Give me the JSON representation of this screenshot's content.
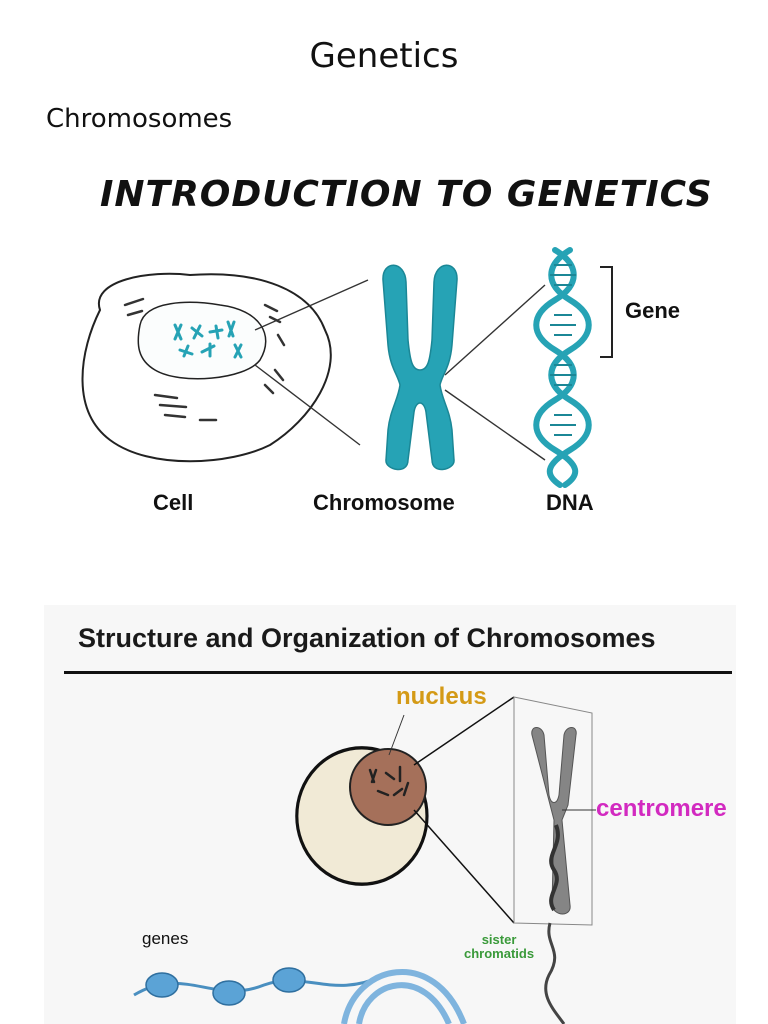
{
  "page": {
    "title": "Genetics",
    "section_heading": "Chromosomes"
  },
  "figure1": {
    "title": "INTRODUCTION TO GENETICS",
    "labels": {
      "cell": "Cell",
      "chromosome": "Chromosome",
      "dna": "DNA",
      "gene": "Gene"
    },
    "colors": {
      "teal": "#26a3b5",
      "teal_dark": "#1b8796"
    }
  },
  "figure2": {
    "title": "Structure and Organization of Chromosomes",
    "labels": {
      "nucleus": "nucleus",
      "centromere": "centromere",
      "genes": "genes",
      "sister_line1": "sister",
      "sister_line2": "chromatids"
    },
    "colors": {
      "nucleus": "#d49a16",
      "centromere": "#d22ac0",
      "sister": "#3a9a3a",
      "cell": "#f1ead6",
      "nucleus_fill": "#a5705a"
    }
  }
}
